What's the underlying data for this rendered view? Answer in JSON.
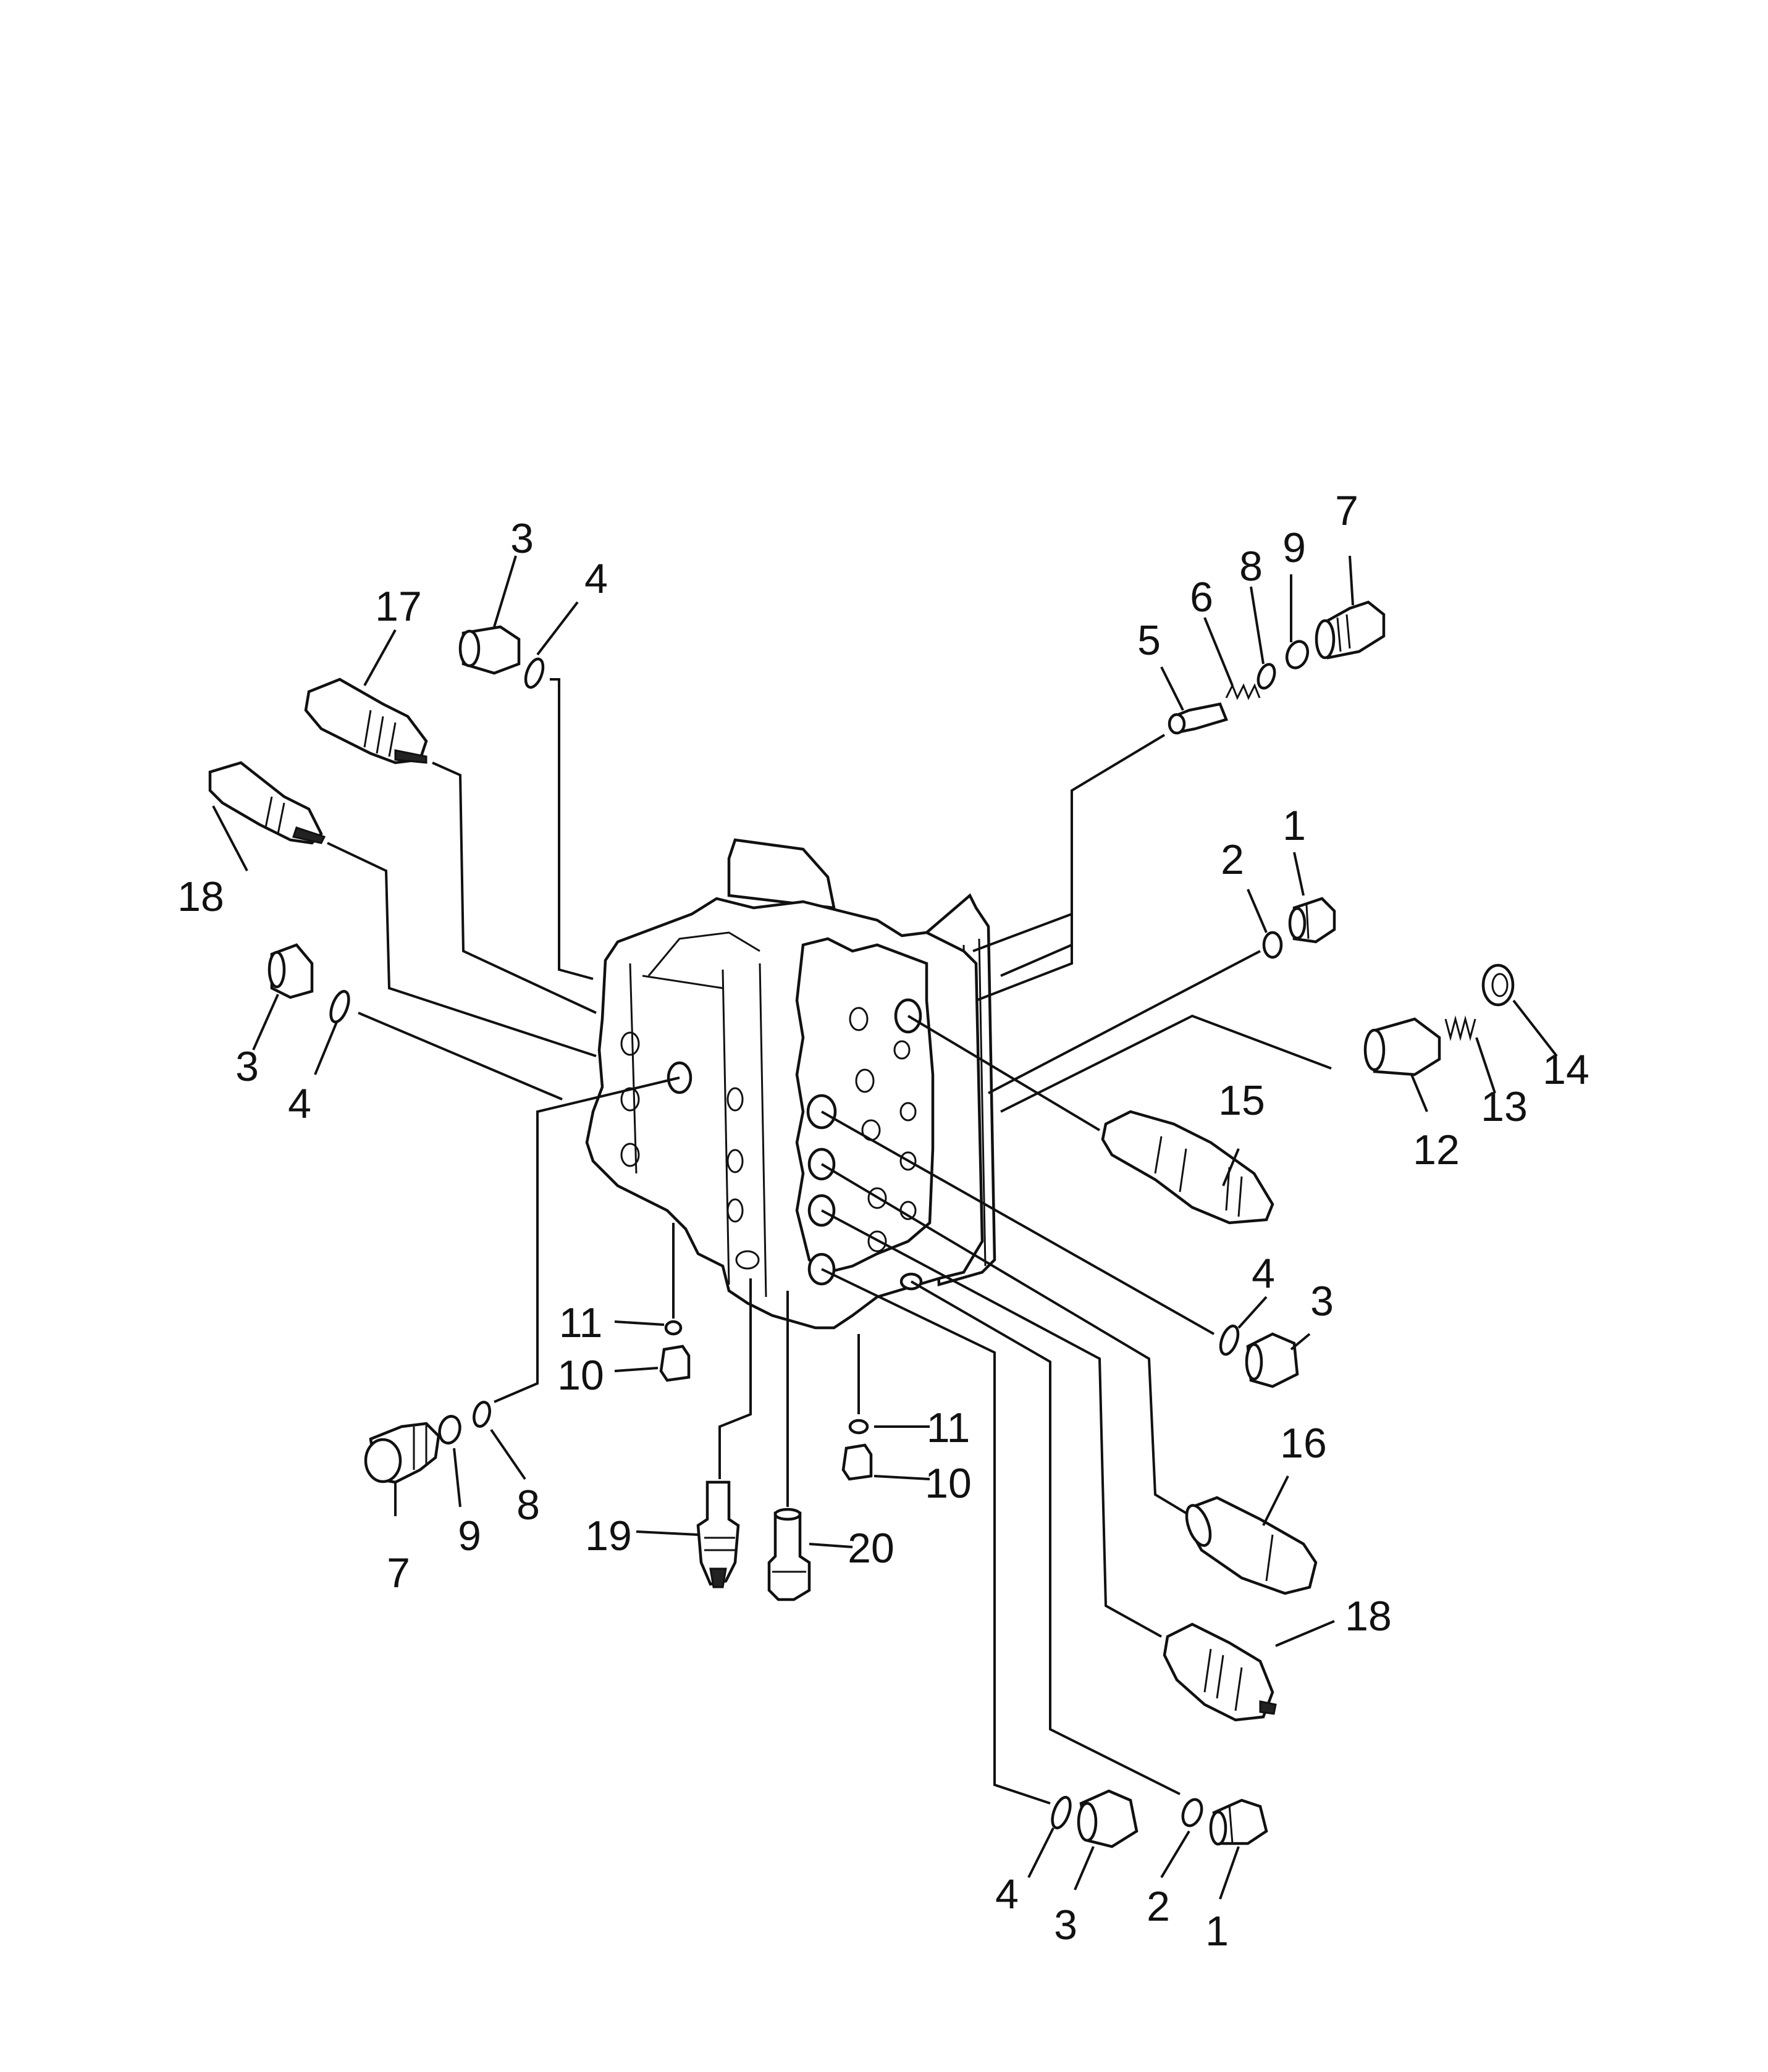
{
  "diagram": {
    "callouts": [
      {
        "id": "c1",
        "label": "3"
      },
      {
        "id": "c2",
        "label": "4"
      },
      {
        "id": "c3",
        "label": "17"
      },
      {
        "id": "c4",
        "label": "18"
      },
      {
        "id": "c5",
        "label": "3"
      },
      {
        "id": "c6",
        "label": "4"
      },
      {
        "id": "c7",
        "label": "5"
      },
      {
        "id": "c8",
        "label": "6"
      },
      {
        "id": "c9",
        "label": "8"
      },
      {
        "id": "c10",
        "label": "9"
      },
      {
        "id": "c11",
        "label": "7"
      },
      {
        "id": "c12",
        "label": "2"
      },
      {
        "id": "c13",
        "label": "1"
      },
      {
        "id": "c14",
        "label": "12"
      },
      {
        "id": "c15",
        "label": "13"
      },
      {
        "id": "c16",
        "label": "14"
      },
      {
        "id": "c17",
        "label": "15"
      },
      {
        "id": "c18",
        "label": "4"
      },
      {
        "id": "c19",
        "label": "3"
      },
      {
        "id": "c20",
        "label": "11"
      },
      {
        "id": "c21",
        "label": "10"
      },
      {
        "id": "c22",
        "label": "11"
      },
      {
        "id": "c23",
        "label": "10"
      },
      {
        "id": "c24",
        "label": "7"
      },
      {
        "id": "c25",
        "label": "9"
      },
      {
        "id": "c26",
        "label": "8"
      },
      {
        "id": "c27",
        "label": "19"
      },
      {
        "id": "c28",
        "label": "20"
      },
      {
        "id": "c29",
        "label": "16"
      },
      {
        "id": "c30",
        "label": "18"
      },
      {
        "id": "c31",
        "label": "4"
      },
      {
        "id": "c32",
        "label": "3"
      },
      {
        "id": "c33",
        "label": "2"
      },
      {
        "id": "c34",
        "label": "1"
      }
    ]
  }
}
